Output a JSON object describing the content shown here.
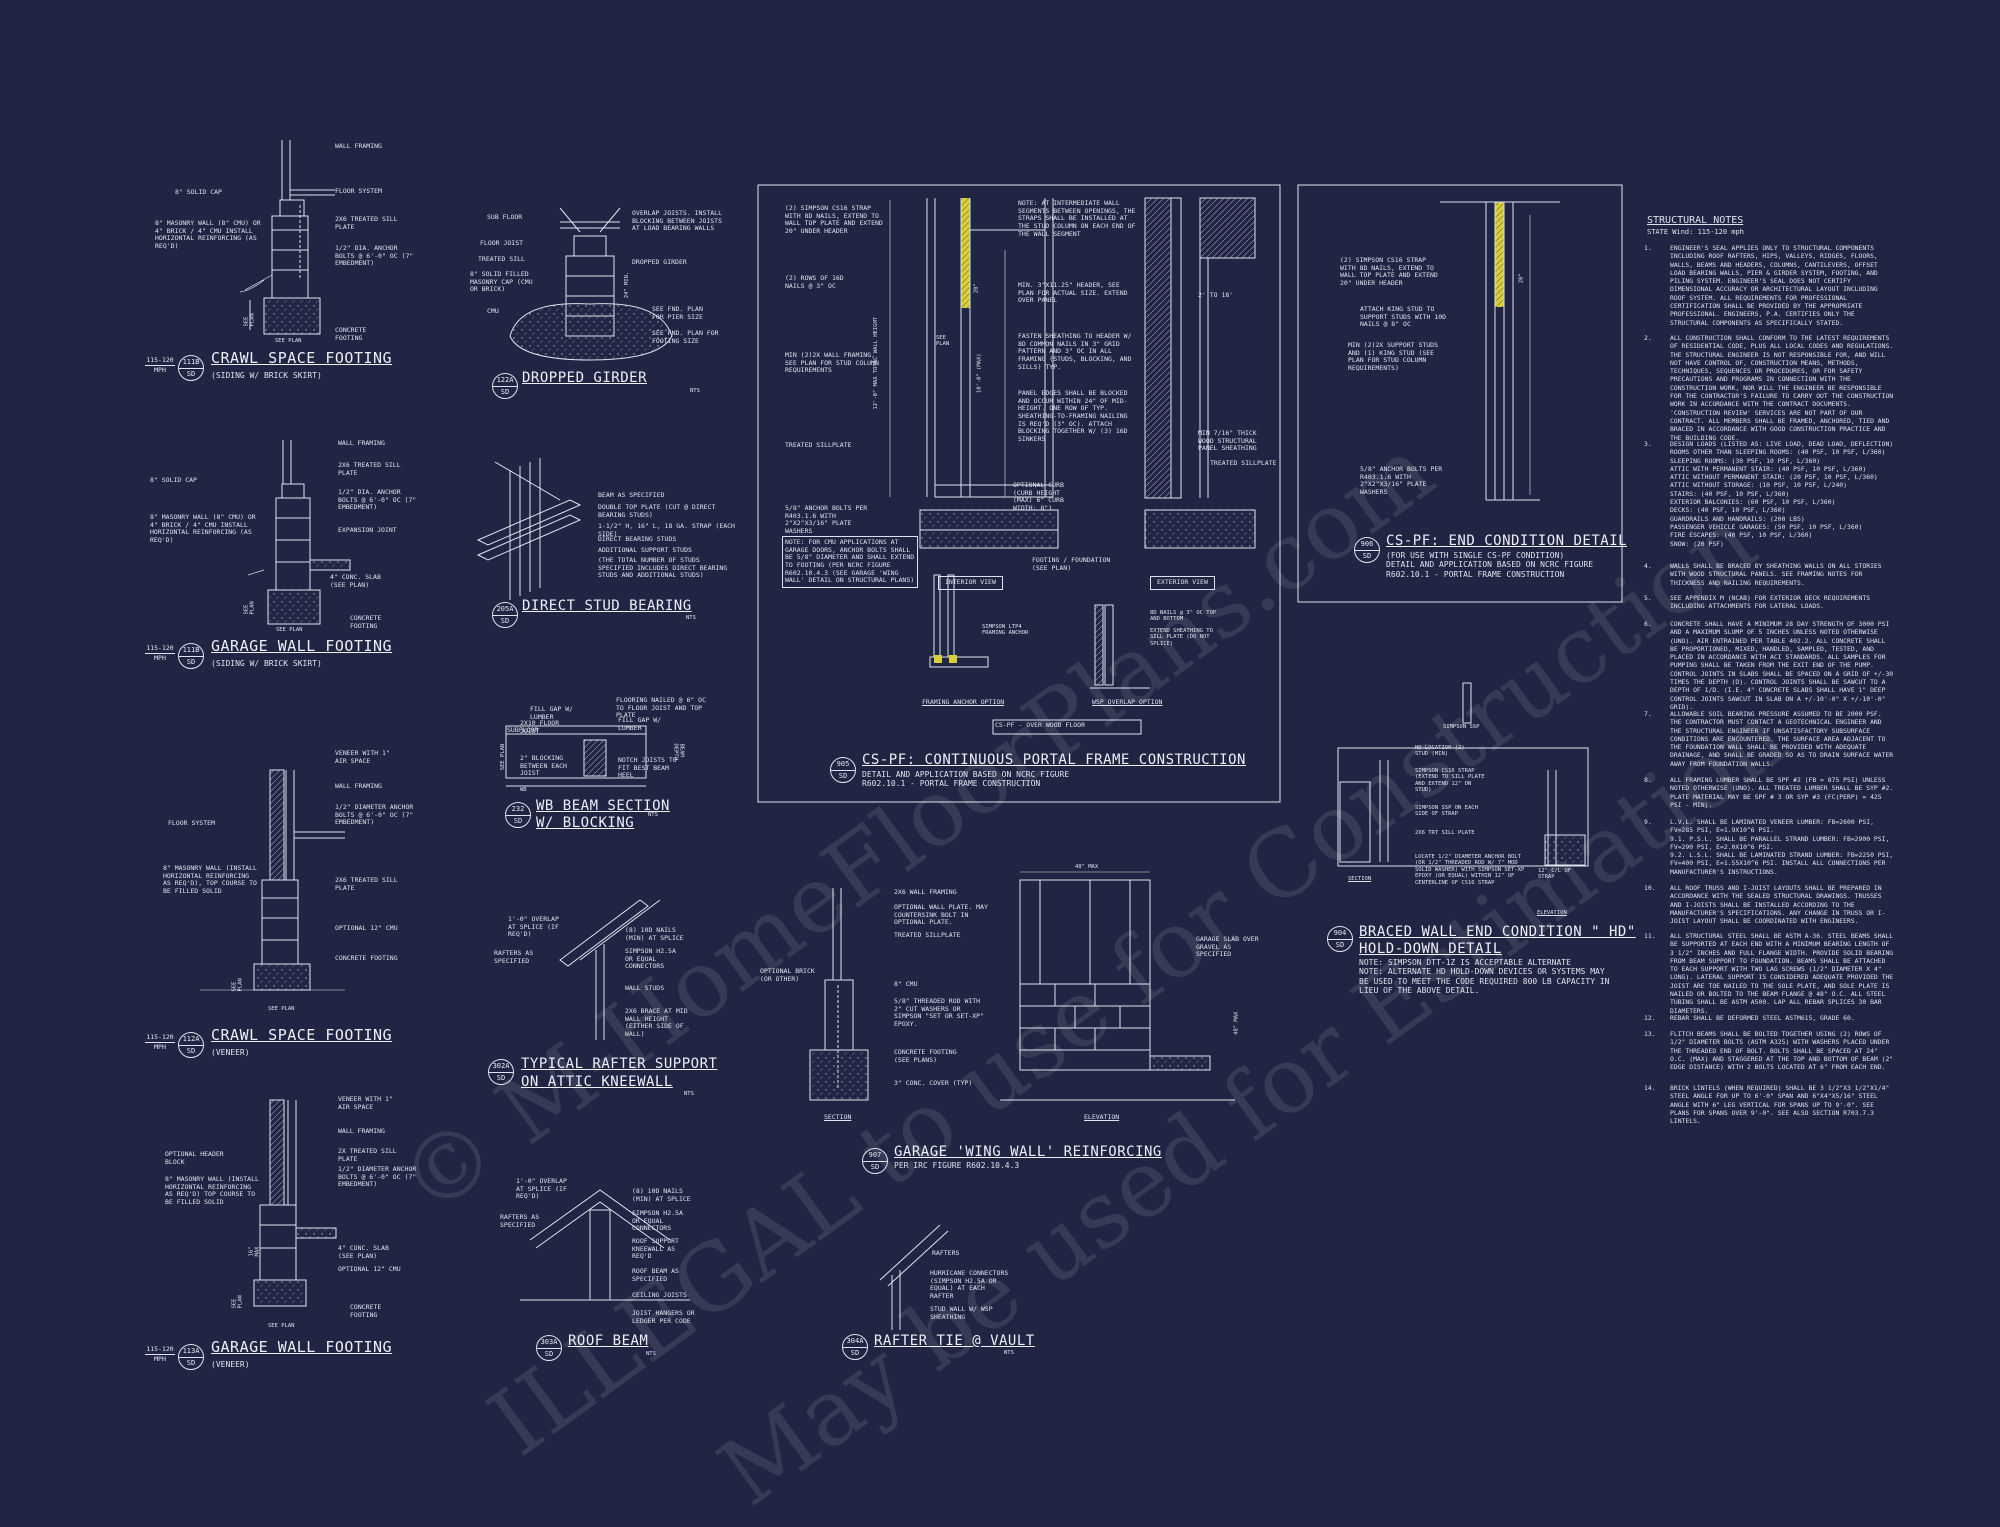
{
  "colors": {
    "background": "#1f2542",
    "linework": "#dfe3ee",
    "highlight": "#e8e05a"
  },
  "watermark": [
    "© M-HomeFloorPlans.com",
    "ILLEGAL to use for Construction",
    "May be used for Estimation"
  ],
  "details": {
    "d111b": {
      "num": "111B",
      "sheet": "SD",
      "mph": "115-120",
      "mph_unit": "MPH",
      "title": "CRAWL SPACE FOOTING",
      "subtitle": "(SIDING W/ BRICK SKIRT)",
      "labels": [
        "WALL FRAMING",
        "FLOOR SYSTEM",
        "8\" SOLID CAP",
        "2x6 TREATED SILL PLATE",
        "8\" MASONRY WALL (8\" CMU) OR 4\" BRICK / 4\" CMU INSTALL HORIZONTAL REINFORCING (AS REQ'D)",
        "1/2\" DIA. ANCHOR BOLTS @ 6'-0\" OC (7\" EMBEDMENT)",
        "CONCRETE FOOTING",
        "SEE PLAN",
        "SEE PLAN"
      ]
    },
    "d111b2": {
      "num": "111B",
      "sheet": "SD",
      "mph": "115-120",
      "mph_unit": "MPH",
      "title": "GARAGE WALL FOOTING",
      "subtitle": "(SIDING W/ BRICK SKIRT)",
      "labels": [
        "WALL FRAMING",
        "8\" SOLID CAP",
        "2x6 TREATED SILL PLATE",
        "8\" MASONRY WALL (8\" CMU) OR 4\" BRICK / 4\" CMU INSTALL HORIZONTAL REINFORCING (AS REQ'D)",
        "1/2\" DIA. ANCHOR BOLTS @ 6'-0\" OC (7\" EMBEDMENT)",
        "EXPANSION JOINT",
        "4\" CONC. SLAB (SEE PLAN)",
        "CONCRETE FOOTING",
        "SEE PLAN",
        "SEE PLAN"
      ]
    },
    "d112a": {
      "num": "112A",
      "sheet": "SD",
      "mph": "115-120",
      "mph_unit": "MPH",
      "title": "CRAWL SPACE FOOTING",
      "subtitle": "(VENEER)",
      "labels": [
        "VENEER WITH 1\" AIR SPACE",
        "WALL FRAMING",
        "1/2\" DIAMETER ANCHOR BOLTS @ 6'-0\" OC (7\" EMBEDMENT)",
        "FLOOR SYSTEM",
        "8\" MASONRY WALL (INSTALL HORIZONTAL REINFORCING AS REQ'D), TOP COURSE TO BE FILLED SOLID",
        "2x6 TREATED SILL PLATE",
        "OPTIONAL 12\" CMU",
        "CONCRETE FOOTING",
        "SEE PLAN",
        "SEE PLAN"
      ]
    },
    "d113a": {
      "num": "113A",
      "sheet": "SD",
      "mph": "115-120",
      "mph_unit": "MPH",
      "title": "GARAGE WALL FOOTING",
      "subtitle": "(VENEER)",
      "labels": [
        "VENEER WITH 1\" AIR SPACE",
        "WALL FRAMING",
        "OPTIONAL HEADER BLOCK",
        "2x TREATED SILL PLATE",
        "8\" MASONRY WALL (INSTALL HORIZONTAL REINFORCING AS REQ'D) TOP COURSE TO BE FILLED SOLID",
        "1/2\" DIAMETER ANCHOR BOLTS @ 6'-0\" OC (7\" EMBEDMENT)",
        "4\" CONC. SLAB (SEE PLAN)",
        "OPTIONAL 12\" CMU",
        "CONCRETE FOOTING",
        "SEE PLAN",
        "SEE PLAN",
        "16\" MAX"
      ]
    },
    "d122a": {
      "num": "122A",
      "sheet": "SD",
      "title": "DROPPED GIRDER",
      "nts": "NTS",
      "labels": [
        "SUB FLOOR",
        "OVERLAP JOISTS. INSTALL BLOCKING BETWEEN JOISTS AT LOAD BEARING WALLS",
        "FLOOR JOIST",
        "TREATED SILL",
        "DROPPED GIRDER",
        "8\" SOLID FILLED MASONRY CAP (CMU OR BRICK)",
        "24\" MIN.",
        "CMU",
        "SEE FND. PLAN FOR PIER SIZE",
        "SEE FND. PLAN FOR FOOTING SIZE"
      ]
    },
    "d205a": {
      "num": "205A",
      "sheet": "SD",
      "title": "DIRECT STUD BEARING",
      "nts": "NTS",
      "labels": [
        "BEAM AS SPECIFIED",
        "DOUBLE TOP PLATE (CUT @ DIRECT BEARING STUDS)",
        "1-1/2\" H, 16\" L, 18 GA. STRAP (EACH SIDE)",
        "DIRECT BEARING STUDS",
        "ADDITIONAL SUPPORT STUDS",
        "(THE TOTAL NUMBER OF STUDS SPECIFIED INCLUDES DIRECT BEARING STUDS AND ADDITIONAL STUDS)"
      ]
    },
    "d232": {
      "num": "232",
      "sheet": "SD",
      "title": "WB BEAM SECTION",
      "title2": "W/ BLOCKING",
      "nts": "NTS",
      "labels": [
        "FILL GAP W/ LUMBER",
        "FLOORING NAILED @ 6\" OC TO FLOOR JOIST AND TOP PLATE",
        "2x10 FLOOR JOIST",
        "SUBFLOOR",
        "FILL GAP W/ LUMBER",
        "2\" BLOCKING BETWEEN EACH JOIST",
        "NOTCH JOISTS TO FIT BEST BEAM HEEL",
        "WB",
        "SEE PLAN",
        "BEAM DEPTH"
      ]
    },
    "d302a": {
      "num": "302A",
      "sheet": "SD",
      "title": "TYPICAL RAFTER SUPPORT",
      "title2": "ON ATTIC KNEEWALL",
      "nts": "NTS",
      "labels": [
        "1'-0\" OVERLAP AT SPLICE (IF REQ'D)",
        "RAFTERS AS SPECIFIED",
        "(8) 10d NAILS (MIN) AT SPLICE",
        "SIMPSON H2.5A OR EQUAL CONNECTORS",
        "WALL STUDS",
        "2x6 BRACE AT MID WALL HEIGHT (EITHER SIDE OF WALL)"
      ]
    },
    "d303a": {
      "num": "303A",
      "sheet": "SD",
      "title": "ROOF BEAM",
      "nts": "NTS",
      "labels": [
        "1'-0\" OVERLAP AT SPLICE (IF REQ'D)",
        "RAFTERS AS SPECIFIED",
        "(8) 10d NAILS (MIN) AT SPLICE",
        "SIMPSON H2.5A OR EQUAL CONNECTORS",
        "ROOF SUPPORT KNEEWALL AS REQ'D",
        "ROOF BEAM AS SPECIFIED",
        "CEILING JOISTS",
        "JOIST HANGERS OR LEDGER PER CODE"
      ]
    },
    "d304a": {
      "num": "304A",
      "sheet": "SD",
      "title": "RAFTER TIE @ VAULT",
      "nts": "NTS",
      "labels": [
        "RAFTERS",
        "HURRICANE CONNECTORS (SIMPSON H2.5A OR EQUAL) AT EACH RAFTER",
        "STUD WALL W/ WSP SHEATHING"
      ]
    },
    "d905": {
      "num": "905",
      "sheet": "SD",
      "title": "CS-PF: CONTINUOUS PORTAL FRAME CONSTRUCTION",
      "desc": "DETAIL AND APPLICATION BASED ON NCRC FIGURE\nR602.10.1 - PORTAL FRAME CONSTRUCTION",
      "labels": [
        "(2) SIMPSON CS16 STRAP WITH 8d NAILS, EXTEND TO WALL TOP PLATE AND EXTEND 20\" UNDER HEADER",
        "(2) ROWS OF 16d NAILS @ 3\" OC",
        "MIN (2)2x WALL FRAMING, SEE PLAN FOR STUD COLUMN REQUIREMENTS",
        "TREATED SILLPLATE",
        "5/8\" ANCHOR BOLTS PER R403.1.6 WITH 2\"x2\"x3/16\" PLATE WASHERS",
        "NOTE: FOR CMU APPLICATIONS AT GARAGE DOORS, ANCHOR BOLTS SHALL BE 5/8\" DIAMETER AND SHALL EXTEND TO FOOTING (PER NCRC FIGURE R602.10.4.3 (SEE GARAGE 'WING WALL' DETAIL ON STRUCTURAL PLANS)",
        "NOTE: AT INTERMEDIATE WALL SEGMENTS BETWEEN OPENINGS, THE STRAPS SHALL BE INSTALLED AT THE STUD COLUMN ON EACH END OF THE WALL SEGMENT",
        "MIN. 3\"x11.25\" HEADER, SEE PLAN FOR ACTUAL SIZE. EXTEND OVER PANEL",
        "FASTEN SHEATHING TO HEADER W/ 8d COMMON NAILS IN 3\" GRID PATTERN AND 3\" OC IN ALL FRAMING (STUDS, BLOCKING, AND SILLS) TYP.",
        "PANEL EDGES SHALL BE BLOCKED AND OCCUR WITHIN 24\" OF MID-HEIGHT. ONE ROW OF TYP. SHEATHING-TO-FRAMING NAILING IS REQ'D (3\" OC). ATTACH BLOCKING TOGETHER W/ (3) 16d SINKERS",
        "OPTIONAL CURB (CURB HEIGHT (MAX) 6\" CURB WIDTH: 8\")",
        "FOOTING / FOUNDATION (SEE PLAN)",
        "MIN 7/16\" THICK WOOD STRUCTURAL PANEL SHEATHING",
        "TREATED SILLPLATE",
        "2' TO 18'",
        "SEE PLAN",
        "20\"",
        "10'-0\" (MAX)",
        "12'-0\" MAX TOTAL WALL HEIGHT",
        "INTERIOR VIEW",
        "EXTERIOR VIEW",
        "SIMPSON LTP4 FRAMING ANCHOR",
        "8d NAILS @ 3\" OC TOP AND BOTTOM",
        "EXTEND SHEATHING TO SILL PLATE (DO NOT SPLICE)",
        "FRAMING ANCHOR OPTION",
        "WSP OVERLAP OPTION",
        "CS-PF - OVER WOOD FLOOR"
      ]
    },
    "d906": {
      "num": "906",
      "sheet": "SD",
      "title": "CS-PF: END CONDITION DETAIL",
      "desc": "(FOR USE WITH SINGLE CS-PF CONDITION)\nDETAIL AND APPLICATION BASED ON NCRC FIGURE\nR602.10.1 - PORTAL FRAME CONSTRUCTION",
      "labels": [
        "(2) SIMPSON CS16 STRAP WITH 8d NAILS, EXTEND TO WALL TOP PLATE AND EXTEND 20\" UNDER HEADER",
        "ATTACH KING STUD TO SUPPORT STUDS WITH 10d NAILS @ 8\" OC",
        "MIN (2)2x SUPPORT STUDS AND (1) KING STUD (SEE PLAN FOR STUD COLUMN REQUIREMENTS)",
        "5/8\" ANCHOR BOLTS PER R403.1.6 WITH 2\"x2\"x3/16\" PLATE WASHERS",
        "20\""
      ]
    },
    "d904": {
      "num": "904",
      "sheet": "SD",
      "title": "BRACED WALL END CONDITION \" HD\"",
      "title2": "HOLD-DOWN DETAIL",
      "desc": "NOTE: SIMPSON DTT-1Z IS ACCEPTABLE ALTERNATE\nNOTE: ALTERNATE HD HOLD-DOWN DEVICES OR SYSTEMS MAY\nBE USED TO MEET THE CODE REQUIRED 800 LB CAPACITY IN\nLIEU OF THE ABOVE DETAIL.",
      "labels": [
        "SIMPSON SSP",
        "HD LOCATION (2) STUD (MIN)",
        "SIMPSON CS16 STRAP (EXTEND TO SILL PLATE AND EXTEND 12\" ON STUD)",
        "SIMPSON SSP ON EACH SIDE OF STRAP",
        "2x6 TRT SILL PLATE",
        "LOCATE 1/2\" DIAMETER ANCHOR BOLT (OR 1/2\" THREADED ROD W/ 7\" MOD SOLID WASHER) WITH SIMPSON SET-XP EPOXY (OR EQUAL) WITHIN 12\" OF CENTERLINE OF CS16 STRAP",
        "SECTION",
        "12\" C/L OF STRAP",
        "ELEVATION"
      ]
    },
    "d907": {
      "num": "907",
      "sheet": "SD",
      "title": "GARAGE 'WING WALL' REINFORCING",
      "desc": "PER IRC FIGURE R602.10.4.3",
      "labels": [
        "2x6 WALL FRAMING",
        "OPTIONAL WALL PLATE. MAY COUNTERSINK BOLT IN OPTIONAL PLATE.",
        "TREATED SILLPLATE",
        "OPTIONAL BRICK (OR OTHER)",
        "8\" CMU",
        "5/8\" THREADED ROD WITH 2\" CUT WASHERS OR SIMPSON \"SET OR SET-XP\" EPOXY.",
        "CONCRETE FOOTING (SEE PLANS)",
        "3\" CONC. COVER (TYP)",
        "SECTION",
        "48\" MAX",
        "GARAGE SLAB OVER GRAVEL AS SPECIFIED",
        "48\" MAX",
        "ELEVATION"
      ]
    }
  },
  "structural_notes": {
    "title": "STRUCTURAL NOTES",
    "state": "STATE Wind: 115-120 mph",
    "items": [
      {
        "n": "1.",
        "text": "ENGINEER'S SEAL APPLIES ONLY TO STRUCTURAL COMPONENTS INCLUDING ROOF RAFTERS, HIPS, VALLEYS, RIDGES, FLOORS, WALLS, BEAMS AND HEADERS, COLUMNS, CANTILEVERS, OFFSET LOAD BEARING WALLS, PIER & GIRDER SYSTEM, FOOTING, AND PILING SYSTEM. ENGINEER'S SEAL DOES NOT CERTIFY DIMENSIONAL ACCURACY OR ARCHITECTURAL LAYOUT INCLUDING ROOF SYSTEM. ALL REQUIREMENTS FOR PROFESSIONAL CERTIFICATION SHALL BE PROVIDED BY THE APPROPRIATE PROFESSIONAL. ENGINEERS, P.A. CERTIFIES ONLY THE STRUCTURAL COMPONENTS AS SPECIFICALLY STATED."
      },
      {
        "n": "2.",
        "text": "ALL CONSTRUCTION SHALL CONFORM TO THE LATEST REQUIREMENTS OF RESIDENTIAL CODE, PLUS ALL LOCAL CODES AND REGULATIONS. THE STRUCTURAL ENGINEER IS NOT RESPONSIBLE FOR, AND WILL NOT HAVE CONTROL OF, CONSTRUCTION MEANS, METHODS, TECHNIQUES, SEQUENCES OR PROCEDURES, OR FOR SAFETY PRECAUTIONS AND PROGRAMS IN CONNECTION WITH THE CONSTRUCTION WORK, NOR WILL THE ENGINEER BE RESPONSIBLE FOR THE CONTRACTOR'S FAILURE TO CARRY OUT THE CONSTRUCTION WORK IN ACCORDANCE WITH THE CONTRACT DOCUMENTS. 'CONSTRUCTION REVIEW' SERVICES ARE NOT PART OF OUR CONTRACT. ALL MEMBERS SHALL BE FRAMED, ANCHORED, TIED AND BRACED IN ACCORDANCE WITH GOOD CONSTRUCTION PRACTICE AND THE BUILDING CODE."
      },
      {
        "n": "3.",
        "text": "DESIGN LOADS (LISTED AS: LIVE LOAD, DEAD LOAD, DEFLECTION)\nROOMS OTHER THAN SLEEPING ROOMS: (40 PSF, 10 PSF, L/360)\nSLEEPING ROOMS: (30 PSF, 10 PSF, L/360)\nATTIC WITH PERMANENT STAIR: (40 PSF, 10 PSF, L/360)\nATTIC WITHOUT PERMANENT STAIR: (20 PSF, 10 PSF, L/360)\nATTIC WITHOUT STORAGE: (10 PSF, 10 PSF, L/240)\nSTAIRS: (40 PSF, 10 PSF, L/360)\nEXTERIOR BALCONIES: (60 PSF, 10 PSF, L/360)\nDECKS: (40 PSF, 10 PSF, L/360)\nGUARDRAILS AND HANDRAILS: (200 LBS)\nPASSENGER VEHICLE GARAGES: (50 PSF, 10 PSF, L/360)\nFIRE ESCAPES: (40 PSF, 10 PSF, L/360)\nSNOW: (20 PSF)"
      },
      {
        "n": "4.",
        "text": "WALLS SHALL BE BRACED BY SHEATHING WALLS ON ALL STORIES WITH WOOD STRUCTURAL PANELS. SEE FRAMING NOTES FOR THICKNESS AND NAILING REQUIREMENTS."
      },
      {
        "n": "5.",
        "text": "SEE APPENDIX M (NCAB) FOR EXTERIOR DECK REQUIREMENTS INCLUDING ATTACHMENTS FOR LATERAL LOADS."
      },
      {
        "n": "6.",
        "text": "CONCRETE SHALL HAVE A MINIMUM 28 DAY STRENGTH OF 3000 PSI AND A MAXIMUM SLUMP OF 5 INCHES UNLESS NOTED OTHERWISE (UNO). AIR ENTRAINED PER TABLE 402.2. ALL CONCRETE SHALL BE PROPORTIONED, MIXED, HANDLED, SAMPLED, TESTED, AND PLACED IN ACCORDANCE WITH ACI STANDARDS. ALL SAMPLES FOR PUMPING SHALL BE TAKEN FROM THE EXIT END OF THE PUMP. CONTROL JOINTS IN SLABS SHALL BE SPACED ON A GRID OF +/-30 TIMES THE DEPTH (D). CONTROL JOINTS SHALL BE SAWCUT TO A DEPTH OF 1/D. (I.E. 4\" CONCRETE SLABS SHALL HAVE 1\" DEEP CONTROL JOINTS SAWCUT IN SLAB ON A +/-10'-0\" x +/-10'-0\" GRID)."
      },
      {
        "n": "7.",
        "text": "ALLOWABLE SOIL BEARING PRESSURE ASSUMED TO BE 2000 PSF. THE CONTRACTOR MUST CONTACT A GEOTECHNICAL ENGINEER AND THE STRUCTURAL ENGINEER IF UNSATISFACTORY SUBSURFACE CONDITIONS ARE ENCOUNTERED. THE SURFACE AREA ADJACENT TO THE FOUNDATION WALL SHALL BE PROVIDED WITH ADEQUATE DRAINAGE, AND SHALL BE GRADED SO AS TO DRAIN SURFACE WATER AWAY FROM FOUNDATION WALLS."
      },
      {
        "n": "8.",
        "text": "ALL FRAMING LUMBER SHALL BE SPF #2 (Fb = 875 PSI) UNLESS NOTED OTHERWISE (UNO). ALL TREATED LUMBER SHALL BE SYP #2. PLATE MATERIAL MAY BE SPF # 3 OR SYP #3 (Fc(perp) = 425 PSI - MIN)."
      },
      {
        "n": "9.",
        "text": "L.V.L. SHALL BE LAMINATED VENEER LUMBER: Fb=2600 PSI, Fv=285 PSI, E=1.9x10^6 PSI.\n9.1. P.S.L. SHALL BE PARALLEL STRAND LUMBER: Fb=2900 PSI, Fv=290 PSI, E=2.0x10^6 PSI.\n9.2. L.S.L. SHALL BE LAMINATED STRAND LUMBER: Fb=2250 PSI, Fv=400 PSI, E=1.55x10^6 PSI. INSTALL ALL CONNECTIONS PER MANUFACTURER'S INSTRUCTIONS."
      },
      {
        "n": "10.",
        "text": "ALL ROOF TRUSS AND I-JOIST LAYOUTS SHALL BE PREPARED IN ACCORDANCE WITH THE SEALED STRUCTURAL DRAWINGS. TRUSSES AND I-JOISTS SHALL BE INSTALLED ACCORDING TO THE MANUFACTURER'S SPECIFICATIONS. ANY CHANGE IN TRUSS OR I-JOIST LAYOUT SHALL BE COORDINATED WITH ENGINEERS."
      },
      {
        "n": "11.",
        "text": "ALL STRUCTURAL STEEL SHALL BE ASTM A-36. STEEL BEAMS SHALL BE SUPPORTED AT EACH END WITH A MINIMUM BEARING LENGTH OF 3 1/2\" INCHES AND FULL FLANGE WIDTH. PROVIDE SOLID BEARING FROM BEAM SUPPORT TO FOUNDATION. BEAMS SHALL BE ATTACHED TO EACH SUPPORT WITH TWO LAG SCREWS (1/2\" DIAMETER x 4\" LONG). LATERAL SUPPORT IS CONSIDERED ADEQUATE PROVIDED THE JOIST ARE TOE NAILED TO THE SOLE PLATE, AND SOLE PLATE IS NAILED OR BOLTED TO THE BEAM FLANGE @ 48\" O.C. ALL STEEL TUBING SHALL BE ASTM A500. LAP ALL REBAR SPLICES 30 BAR DIAMETERS."
      },
      {
        "n": "12.",
        "text": "REBAR SHALL BE DEFORMED STEEL ASTM615, GRADE 60."
      },
      {
        "n": "13.",
        "text": "FLITCH BEAMS SHALL BE BOLTED TOGETHER USING (2) ROWS OF 1/2\" DIAMETER BOLTS (ASTM A325) WITH WASHERS PLACED UNDER THE THREADED END OF BOLT. BOLTS SHALL BE SPACED AT 24\" O.C. (MAX) AND STAGGERED AT THE TOP AND BOTTOM OF BEAM (2\" EDGE DISTANCE) WITH 2 BOLTS LOCATED AT 6\" FROM EACH END."
      },
      {
        "n": "14.",
        "text": "BRICK LINTELS (WHEN REQUIRED) SHALL BE 3 1/2\"x3 1/2\"x1/4\" STEEL ANGLE FOR UP TO 6'-0\" SPAN AND 6\"x4\"x5/16\" STEEL ANGLE WITH 6\" LEG VERTICAL FOR SPANS UP TO 9'-0\". SEE PLANS FOR SPANS OVER 9'-0\". SEE ALSO SECTION R703.7.3 LINTELS."
      }
    ]
  }
}
